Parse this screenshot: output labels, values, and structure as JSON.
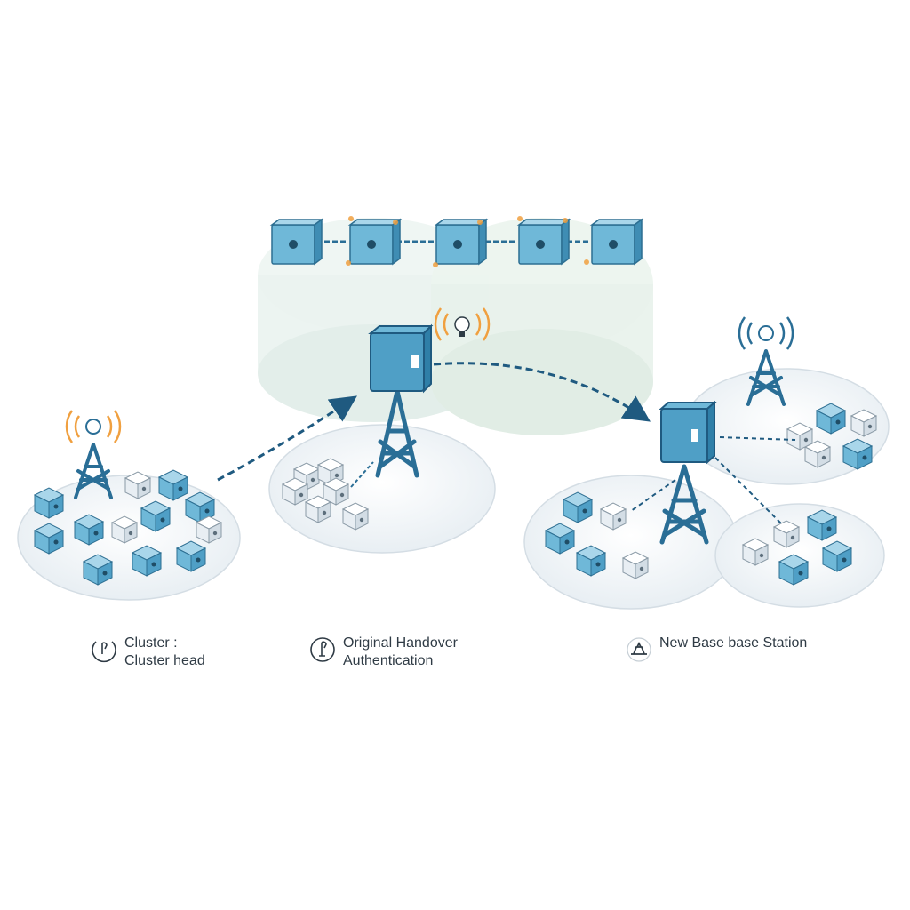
{
  "legend": [
    {
      "id": "cluster",
      "icon": "antenna-circle-icon",
      "line1": "Cluster :",
      "line2": "Cluster head"
    },
    {
      "id": "original",
      "icon": "antenna-circle-icon",
      "line1": "Original Handover",
      "line2": "Authentication"
    },
    {
      "id": "new",
      "icon": "base-station-icon",
      "line1": "New Base base Station",
      "line2": ""
    }
  ],
  "colors": {
    "tower": "#2a6e96",
    "device_blue": "#6fb8d8",
    "device_dark": "#3f8db4",
    "device_white": "#e8eef3",
    "signal": "#f0a040",
    "arrow": "#1f5a80",
    "platform": "#f0f4f7",
    "cylinder": "#eaf3f0"
  }
}
